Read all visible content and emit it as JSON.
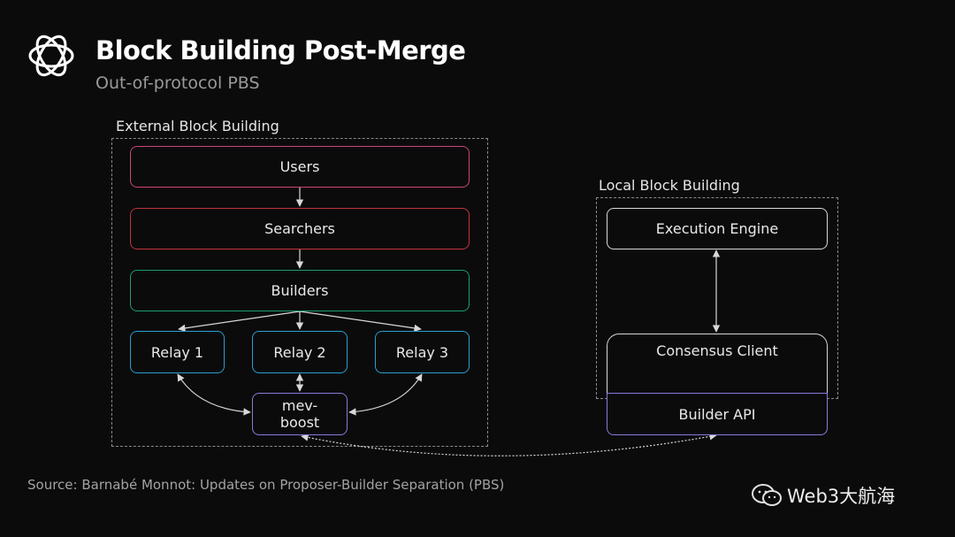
{
  "header": {
    "title": "Block Building Post-Merge",
    "subtitle": "Out-of-protocol PBS"
  },
  "external": {
    "label": "External Block Building",
    "nodes": {
      "users": "Users",
      "searchers": "Searchers",
      "builders": "Builders",
      "relay1": "Relay 1",
      "relay2": "Relay 2",
      "relay3": "Relay 3",
      "mev_boost": "mev-\nboost"
    }
  },
  "local": {
    "label": "Local Block Building",
    "nodes": {
      "execution_engine": "Execution Engine",
      "consensus_client": "Consensus Client",
      "builder_api": "Builder API"
    }
  },
  "footer": {
    "source": "Source: Barnabé Monnot: Updates on Proposer-Builder Separation (PBS)",
    "watermark": "Web3大航海"
  },
  "colors": {
    "users": "#c8457a",
    "searchers": "#c0343d",
    "builders": "#1e9b78",
    "relay": "#2a9fd1",
    "mev_boost": "#8b7ad6",
    "neutral": "#d8d8d8"
  }
}
